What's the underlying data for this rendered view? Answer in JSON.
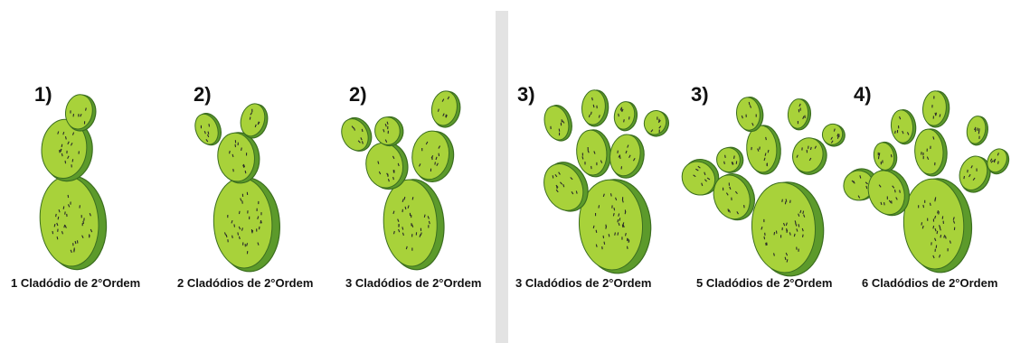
{
  "colors": {
    "pad_fill": "#a8d23a",
    "pad_shade": "#5c9a2b",
    "pad_outline": "#3b6e1f",
    "spines": "#2a2a2a",
    "divider": "#e3e3e3"
  },
  "plants": [
    {
      "number": "1)",
      "caption": "1 Cladódio de 2°Ordem"
    },
    {
      "number": "2)",
      "caption": "2 Cladódios de 2°Ordem"
    },
    {
      "number": "2)",
      "caption": "3 Cladódios de 2°Ordem"
    },
    {
      "number": "3)",
      "caption": "3 Cladódios de 2°Ordem"
    },
    {
      "number": "3)",
      "caption": "5 Cladódios de 2°Ordem"
    },
    {
      "number": "4)",
      "caption": "6 Cladódios de 2°Ordem"
    }
  ]
}
